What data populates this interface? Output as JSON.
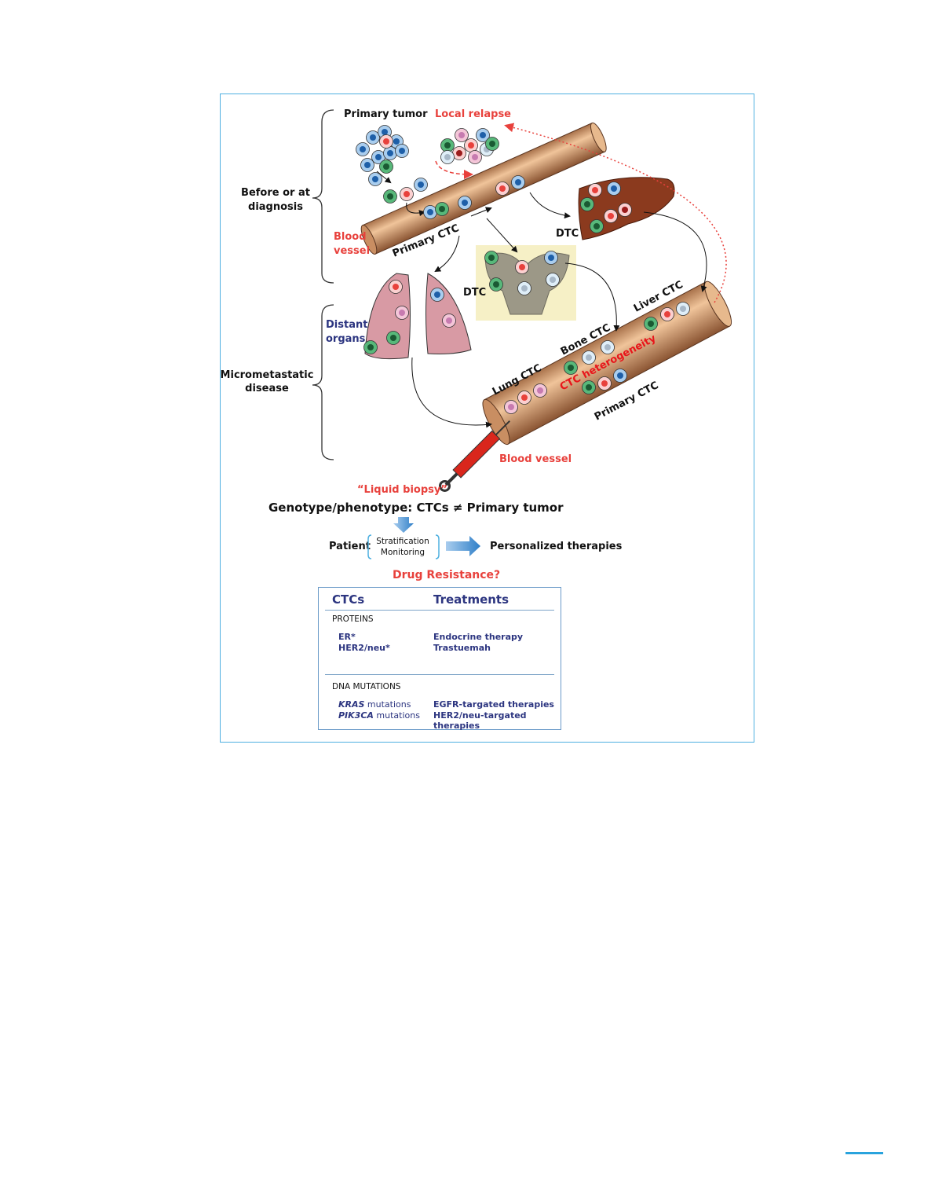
{
  "labels": {
    "primary_tumor": "Primary tumor",
    "local_relapse": "Local relapse",
    "before_diag_1": "Before or at",
    "before_diag_2": "diagnosis",
    "blood_vessel_1": "Blood",
    "blood_vessel_2": "vessel",
    "primary_ctc_top": "Primary CTC",
    "dtc_liver": "DTC",
    "dtc_bone": "DTC",
    "distant_organs_1": "Distant",
    "distant_organs_2": "organs",
    "micromet_1": "Micrometastatic",
    "micromet_2": "disease",
    "liver_ctc": "Liver CTC",
    "bone_ctc": "Bone CTC",
    "ctc_heterogeneity": "CTC heterogeneity",
    "lung_ctc": "Lung CTC",
    "primary_ctc_bottom": "Primary CTC",
    "blood_vessel_bottom": "Blood vessel",
    "liquid_biopsy": "“Liquid biopsy”",
    "genotype": "Genotype/phenotype: CTCs  ≠  Primary tumor",
    "patient": "Patient",
    "stratification": "Stratification",
    "monitoring": "Monitoring",
    "personalized": "Personalized therapies",
    "drug_resistance": "Drug Resistance?"
  },
  "table": {
    "col1": "CTCs",
    "col2": "Treatments",
    "sections": [
      {
        "title": "PROTEINS",
        "rows": [
          [
            "ER*",
            "Endocrine therapy"
          ],
          [
            "HER2/neu*",
            "Trastuemah"
          ]
        ]
      },
      {
        "title": "DNA MUTATIONS",
        "rows": [
          [
            "KRAS",
            " mutations",
            "EGFR-targated therapies"
          ],
          [
            "PIK3CA",
            " mutations",
            "HER2/neu-targated therapies"
          ]
        ]
      }
    ]
  },
  "colors": {
    "accent_red": "#e8413c",
    "navy": "#2c3580",
    "frame": "#4fb0e0",
    "vessel": "#d9a77a"
  }
}
